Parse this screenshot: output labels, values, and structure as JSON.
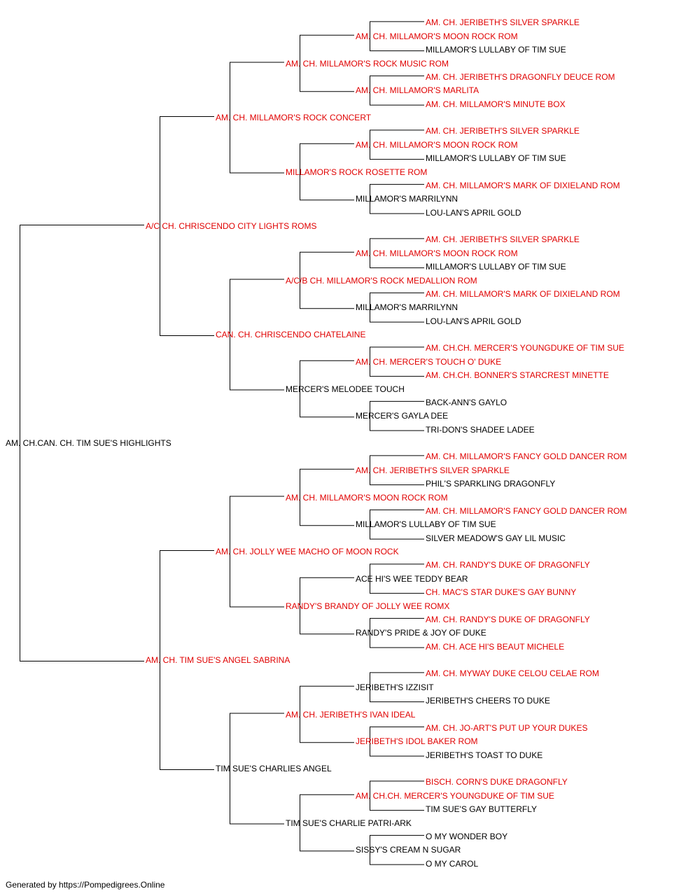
{
  "colors": {
    "champion": "#e00000",
    "normal": "#000000",
    "line": "#000000"
  },
  "pedigree": {
    "name": "AM. CH.CAN. CH. TIM SUE'S HIGHLIGHTS",
    "champion": false,
    "sire": {
      "name": "A/C CH. CHRISCENDO CITY LIGHTS ROMS",
      "champion": true,
      "sire": {
        "name": "AM. CH. MILLAMOR'S ROCK CONCERT",
        "champion": true,
        "sire": {
          "name": "AM. CH. MILLAMOR'S ROCK MUSIC ROM",
          "champion": true,
          "sire": {
            "name": "AM. CH. MILLAMOR'S MOON ROCK ROM",
            "champion": true,
            "sire": {
              "name": "AM. CH. JERIBETH'S SILVER SPARKLE",
              "champion": true
            },
            "dam": {
              "name": "MILLAMOR'S LULLABY OF TIM SUE",
              "champion": false
            }
          },
          "dam": {
            "name": "AM. CH. MILLAMOR'S MARLITA",
            "champion": true,
            "sire": {
              "name": "AM. CH. JERIBETH'S DRAGONFLY DEUCE ROM",
              "champion": true
            },
            "dam": {
              "name": "AM. CH. MILLAMOR'S MINUTE BOX",
              "champion": true
            }
          }
        },
        "dam": {
          "name": "MILLAMOR'S ROCK ROSETTE ROM",
          "champion": true,
          "sire": {
            "name": "AM. CH. MILLAMOR'S MOON ROCK ROM",
            "champion": true,
            "sire": {
              "name": "AM. CH. JERIBETH'S SILVER SPARKLE",
              "champion": true
            },
            "dam": {
              "name": "MILLAMOR'S LULLABY OF TIM SUE",
              "champion": false
            }
          },
          "dam": {
            "name": "MILLAMOR'S MARRILYNN",
            "champion": false,
            "sire": {
              "name": "AM. CH. MILLAMOR'S MARK OF DIXIELAND ROM",
              "champion": true
            },
            "dam": {
              "name": "LOU-LAN'S APRIL GOLD",
              "champion": false
            }
          }
        }
      },
      "dam": {
        "name": "CAN. CH. CHRISCENDO CHATELAINE",
        "champion": true,
        "sire": {
          "name": "A/C/B CH. MILLAMOR'S ROCK MEDALLION ROM",
          "champion": true,
          "sire": {
            "name": "AM. CH. MILLAMOR'S MOON ROCK ROM",
            "champion": true,
            "sire": {
              "name": "AM. CH. JERIBETH'S SILVER SPARKLE",
              "champion": true
            },
            "dam": {
              "name": "MILLAMOR'S LULLABY OF TIM SUE",
              "champion": false
            }
          },
          "dam": {
            "name": "MILLAMOR'S MARRILYNN",
            "champion": false,
            "sire": {
              "name": "AM. CH. MILLAMOR'S MARK OF DIXIELAND ROM",
              "champion": true
            },
            "dam": {
              "name": "LOU-LAN'S APRIL GOLD",
              "champion": false
            }
          }
        },
        "dam": {
          "name": "MERCER'S MELODEE TOUCH",
          "champion": false,
          "sire": {
            "name": "AM. CH. MERCER'S TOUCH O' DUKE",
            "champion": true,
            "sire": {
              "name": "AM. CH.CH. MERCER'S YOUNGDUKE OF TIM SUE",
              "champion": true
            },
            "dam": {
              "name": "AM. CH.CH. BONNER'S STARCREST MINETTE",
              "champion": true
            }
          },
          "dam": {
            "name": "MERCER'S GAYLA DEE",
            "champion": false,
            "sire": {
              "name": "BACK-ANN'S GAYLO",
              "champion": false
            },
            "dam": {
              "name": "TRI-DON'S SHADEE LADEE",
              "champion": false
            }
          }
        }
      }
    },
    "dam": {
      "name": "AM. CH. TIM SUE'S ANGEL SABRINA",
      "champion": true,
      "sire": {
        "name": "AM. CH. JOLLY WEE MACHO OF MOON ROCK",
        "champion": true,
        "sire": {
          "name": "AM. CH. MILLAMOR'S MOON ROCK ROM",
          "champion": true,
          "sire": {
            "name": "AM. CH. JERIBETH'S SILVER SPARKLE",
            "champion": true,
            "sire": {
              "name": "AM. CH. MILLAMOR'S FANCY GOLD DANCER ROM",
              "champion": true
            },
            "dam": {
              "name": "PHIL'S SPARKLING DRAGONFLY",
              "champion": false
            }
          },
          "dam": {
            "name": "MILLAMOR'S LULLABY OF TIM SUE",
            "champion": false,
            "sire": {
              "name": "AM. CH. MILLAMOR'S FANCY GOLD DANCER ROM",
              "champion": true
            },
            "dam": {
              "name": "SILVER MEADOW'S GAY LIL MUSIC",
              "champion": false
            }
          }
        },
        "dam": {
          "name": "RANDY'S BRANDY OF JOLLY WEE ROMX",
          "champion": true,
          "sire": {
            "name": "ACE HI'S WEE TEDDY BEAR",
            "champion": false,
            "sire": {
              "name": "AM. CH. RANDY'S DUKE OF DRAGONFLY",
              "champion": true
            },
            "dam": {
              "name": "CH. MAC'S STAR DUKE'S GAY BUNNY",
              "champion": true
            }
          },
          "dam": {
            "name": "RANDY'S PRIDE & JOY OF DUKE",
            "champion": false,
            "sire": {
              "name": "AM. CH. RANDY'S DUKE OF DRAGONFLY",
              "champion": true
            },
            "dam": {
              "name": "AM. CH. ACE HI'S BEAUT MICHELE",
              "champion": true
            }
          }
        }
      },
      "dam": {
        "name": "TIM SUE'S CHARLIES ANGEL",
        "champion": false,
        "sire": {
          "name": "AM. CH. JERIBETH'S IVAN IDEAL",
          "champion": true,
          "sire": {
            "name": "JERIBETH'S IZZISIT",
            "champion": false,
            "sire": {
              "name": "AM. CH. MYWAY DUKE CELOU CELAE ROM",
              "champion": true
            },
            "dam": {
              "name": "JERIBETH'S CHEERS TO DUKE",
              "champion": false
            }
          },
          "dam": {
            "name": "JERIBETH'S IDOL BAKER ROM",
            "champion": true,
            "sire": {
              "name": "AM. CH. JO-ART'S PUT UP YOUR DUKES",
              "champion": true
            },
            "dam": {
              "name": "JERIBETH'S TOAST TO DUKE",
              "champion": false
            }
          }
        },
        "dam": {
          "name": "TIM SUE'S CHARLIE PATRI-ARK",
          "champion": false,
          "sire": {
            "name": "AM. CH.CH. MERCER'S YOUNGDUKE OF TIM SUE",
            "champion": true,
            "sire": {
              "name": "BISCH. CORN'S DUKE DRAGONFLY",
              "champion": true
            },
            "dam": {
              "name": "TIM SUE'S GAY BUTTERFLY",
              "champion": false
            }
          },
          "dam": {
            "name": "SISSY'S CREAM N SUGAR",
            "champion": false,
            "sire": {
              "name": "O MY WONDER BOY",
              "champion": false
            },
            "dam": {
              "name": "O MY CAROL",
              "champion": false
            }
          }
        }
      }
    }
  },
  "footer": {
    "text": "Generated by https://Pompedigrees.Online"
  }
}
